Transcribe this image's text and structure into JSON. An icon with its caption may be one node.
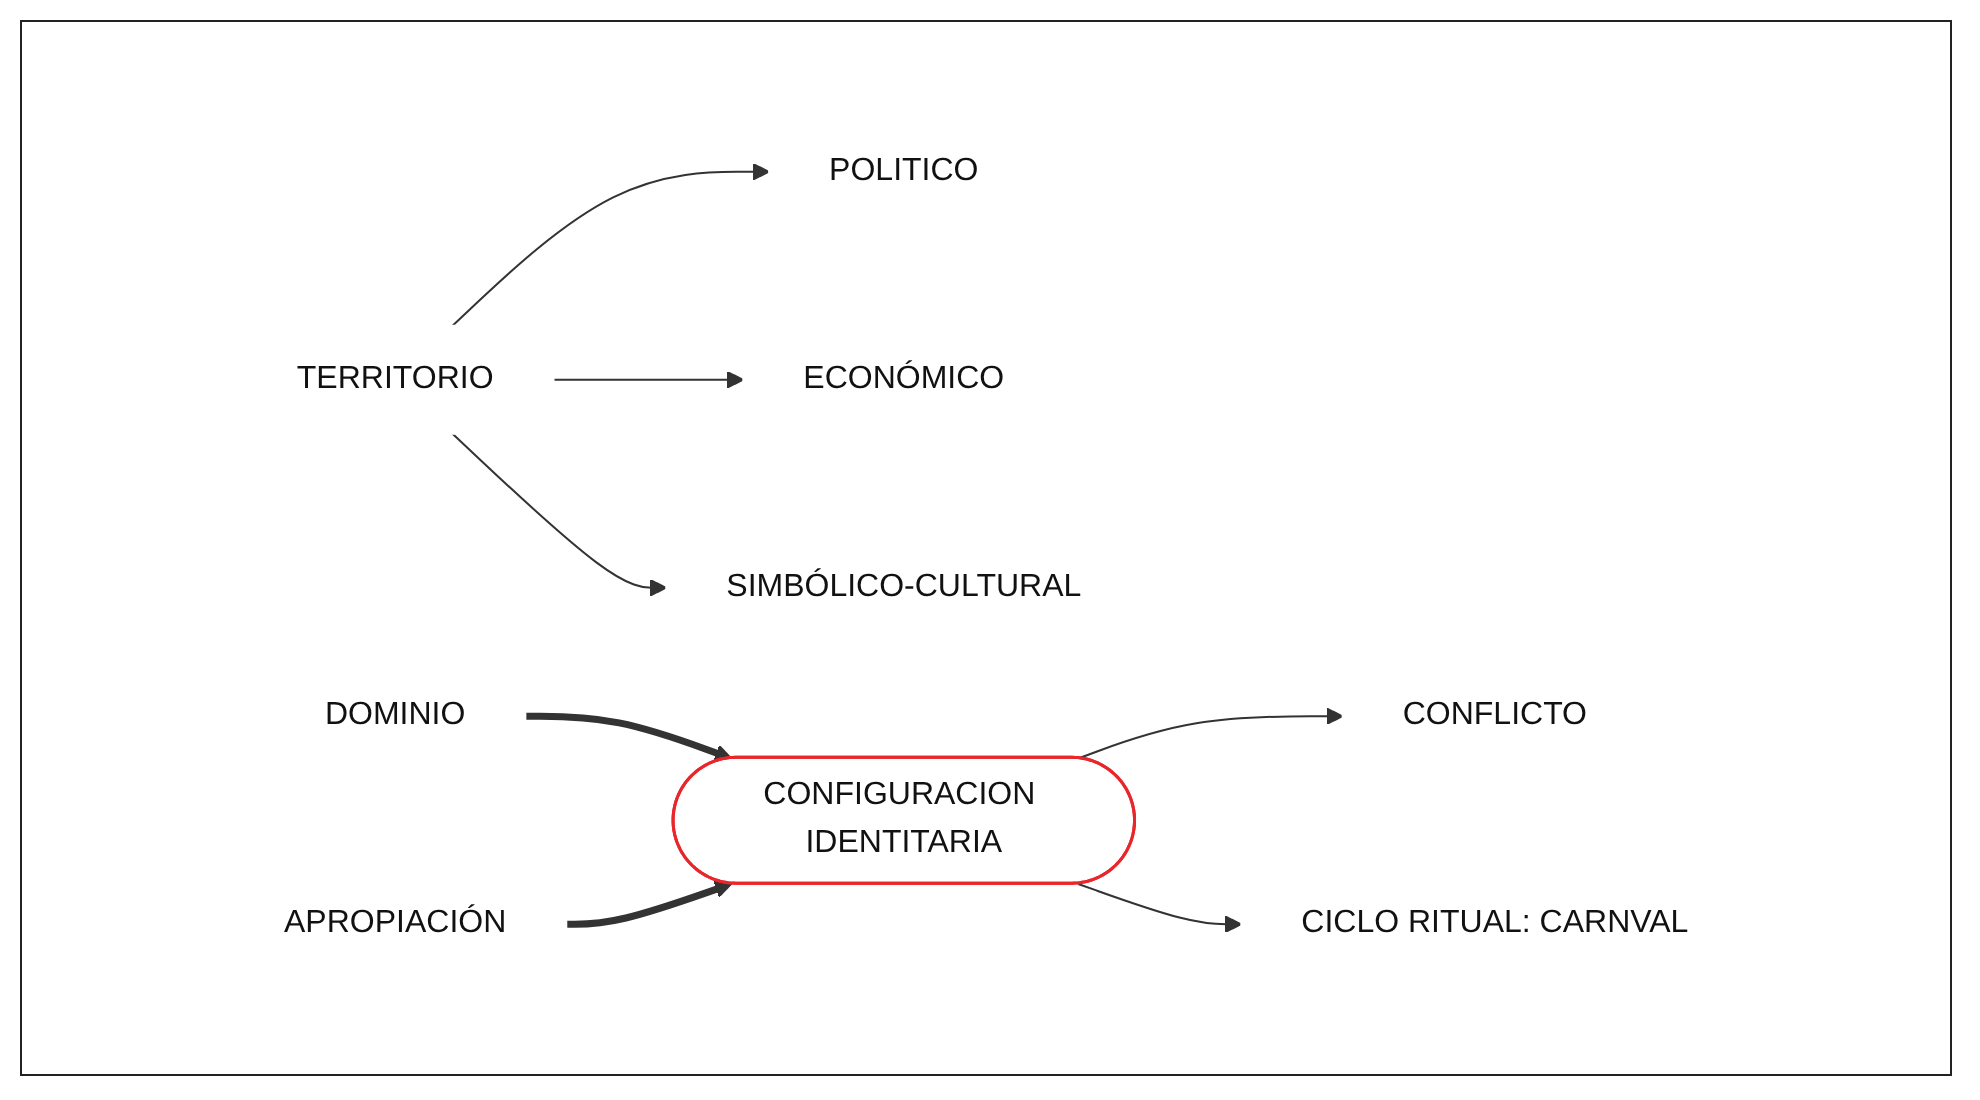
{
  "diagram": {
    "nodes": [
      {
        "text": [
          "TERRITORIO"
        ]
      },
      {
        "text": [
          "POLITICO"
        ]
      },
      {
        "text": [
          "ECONÓMICO"
        ]
      },
      {
        "text": [
          "SIMBÓLICO-CULTURAL"
        ]
      },
      {
        "text": [
          "DOMINIO"
        ]
      },
      {
        "text": [
          "APROPIACIÓN"
        ]
      },
      {
        "text": [
          "CONFLICTO"
        ]
      },
      {
        "text": [
          "CONFIGURACION IDENTITARIA"
        ]
      },
      {
        "text": [
          "CICLO RITUAL: CARNVAL"
        ]
      }
    ],
    "edges": [
      {
        "from": 0,
        "to": 1,
        "arrow": "to"
      },
      {
        "from": 0,
        "to": 2,
        "arrow": "to"
      },
      {
        "from": 0,
        "to": 3,
        "arrow": "to"
      },
      {
        "from": 4,
        "to": 7,
        "arrow": "to",
        "style": "thick"
      },
      {
        "from": 5,
        "to": 7,
        "arrow": "to",
        "style": "thick"
      },
      {
        "from": 7,
        "to": 6,
        "arrow": "to"
      },
      {
        "from": 7,
        "to": 8,
        "arrow": "to"
      }
    ]
  }
}
